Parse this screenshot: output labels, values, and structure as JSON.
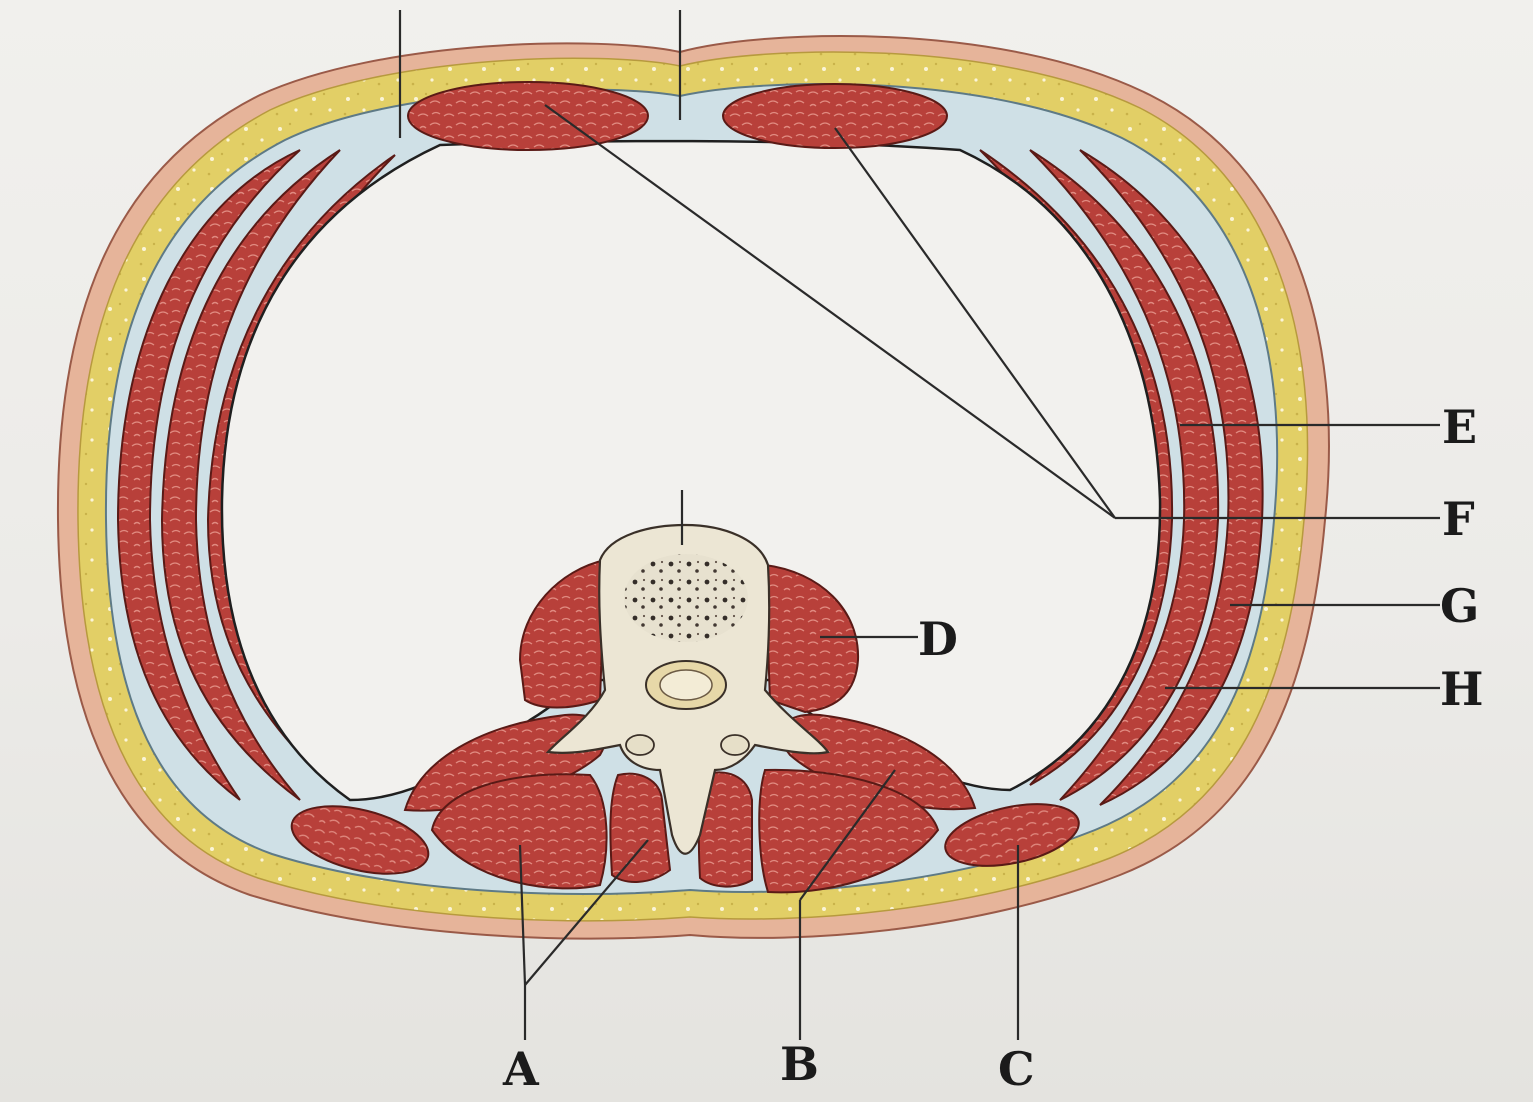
{
  "diagram": {
    "labels": {
      "A": "A",
      "B": "B",
      "C": "C",
      "D": "D",
      "E": "E",
      "F": "F",
      "G": "G",
      "H": "H"
    },
    "colors": {
      "background": "#ecebe8",
      "skin": "#e8b9a0",
      "fat": "#e4d36a",
      "muscle": "#b8403a",
      "muscle_dark": "#8f2a26",
      "fascia": "#cfe0e6",
      "bone": "#ece6d4",
      "cavity": "#f2f1ee",
      "line": "#2a2a2a"
    }
  }
}
